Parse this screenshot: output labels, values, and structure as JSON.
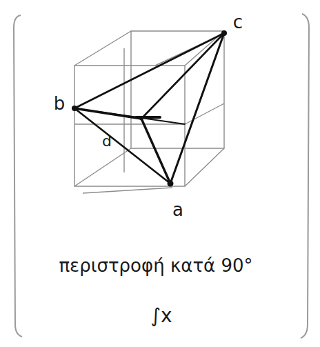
{
  "diagram": {
    "labels": [
      "c",
      "b",
      "d",
      "a",
      "περιστροφή κατά 90°",
      "∫x"
    ]
  }
}
